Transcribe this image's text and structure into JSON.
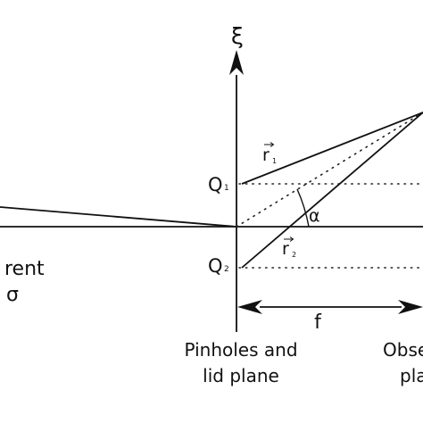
{
  "labels": {
    "xi_axis": "ξ",
    "r1": "r",
    "r1_sub": "1",
    "r2": "r",
    "r2_sub": "2",
    "q1": "Q",
    "q1_sub": "1",
    "q2": "Q",
    "q2_sub": "2",
    "alpha": "α",
    "focal_length": "f",
    "source_partial": "rent",
    "sigma": "σ",
    "pinhole_plane_line1": "Pinholes and",
    "pinhole_plane_line2": "lid plane",
    "obs_plane_line1": "Obse",
    "obs_plane_line2": "pla"
  },
  "icons": {
    "vector_arrow": "vector-arrow-icon",
    "axis_arrow": "arrow-up-icon",
    "dimension_arrows": "double-arrow-icon"
  },
  "colors": {
    "ink": "#111111",
    "background": "#ffffff"
  }
}
